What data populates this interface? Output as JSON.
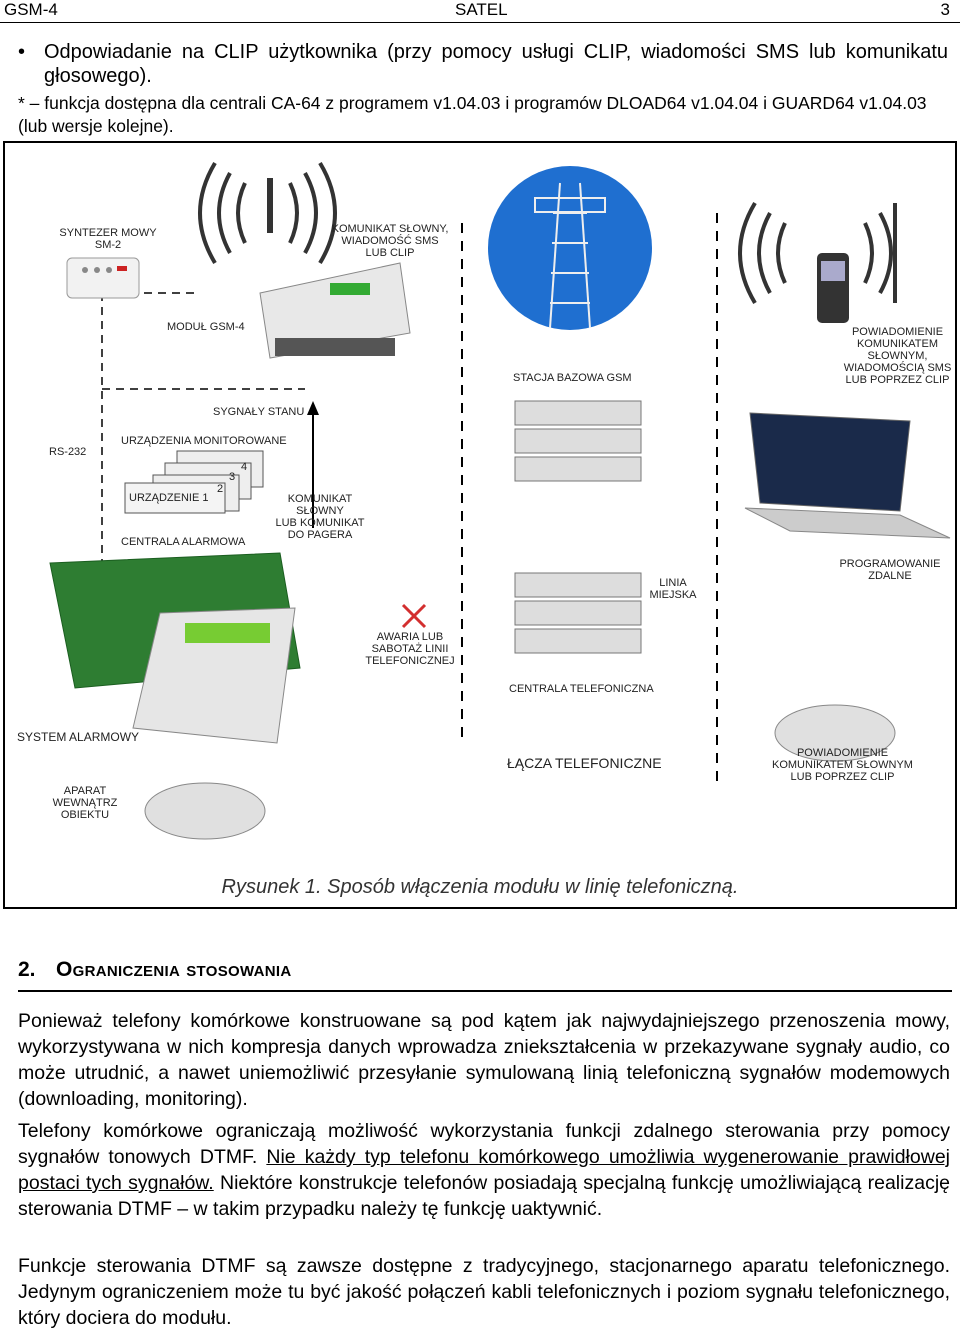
{
  "header": {
    "left": "GSM-4",
    "center": "SATEL",
    "right": "3"
  },
  "bullet": {
    "marker": "•",
    "text": "Odpowiadanie na CLIP użytkownika (przy pomocy usługi CLIP, wiadomości SMS lub komunikatu głosowego)."
  },
  "note": "* – funkcja dostępna dla centrali CA-64 z programem v1.04.03 i programów DLOAD64 v1.04.04 i GUARD64 v1.04.03 (lub wersje kolejne).",
  "figure": {
    "labels": {
      "synth": "SYNTEZER MOWY\nSM-2",
      "voice_msg": "KOMUNIKAT SŁOWNY,\nWIADOMOŚĆ SMS\nLUB CLIP",
      "module": "MODUŁ GSM-4",
      "notify_mobile": "POWIADOMIENIE\nKOMUNIKATEM\nSŁOWNYM,\nWIADOMOŚCIĄ SMS\nLUB POPRZEZ CLIP",
      "base_station": "STACJA BAZOWA GSM",
      "status": "SYGNAŁY STANU",
      "rs232": "RS-232",
      "monitored": "URZĄDZENIA MONITOROWANE",
      "device1": "URZĄDZENIE 1",
      "n2": "2",
      "n3": "3",
      "n4": "4",
      "alarm_panel": "CENTRALA ALARMOWA",
      "pager_msg": "KOMUNIKAT\nSŁOWNY\nLUB KOMUNIKAT\nDO PAGERA",
      "city_line": "LINIA\nMIEJSKA",
      "remote": "PROGRAMOWANIE\nZDALNE",
      "fault": "AWARIA LUB\nSABOTAŻ LINII\nTELEFONICZNEJ",
      "pbx": "CENTRALA TELEFONICZNA",
      "alarm_system": "SYSTEM ALARMOWY",
      "phone_lines": "ŁĄCZA TELEFONICZNE",
      "internal_phone": "APARAT\nWEWNĄTRZ\nOBIEKTU",
      "notify_phone": "POWIADOMIENIE\nKOMUNIKATEM SŁOWNYM\nLUB POPRZEZ CLIP"
    },
    "caption": "Rysunek 1. Sposób włączenia modułu w linię telefoniczną."
  },
  "section": {
    "number": "2.",
    "title": "Ograniczenia stosowania"
  },
  "paragraphs": {
    "p1": "Ponieważ telefony komórkowe konstruowane są pod kątem jak najwydajniejszego przenoszenia mowy, wykorzystywana w nich kompresja danych wprowadza zniekształcenia w przekazywane sygnały audio, co może utrudnić, a nawet uniemożliwić przesyłanie symulowaną linią telefoniczną sygnałów modemowych (downloading, monitoring).",
    "p2a": "Telefony komórkowe ograniczają możliwość wykorzystania funkcji zdalnego sterowania przy pomocy sygnałów tonowych DTMF. ",
    "p2b": "Nie każdy typ telefonu komórkowego umożliwia wygenerowanie prawidłowej postaci tych sygnałów.",
    "p2c": " Niektóre konstrukcje telefonów posiadają specjalną funkcję umożliwiającą realizację sterowania DTMF – w takim przypadku należy tę funkcję uaktywnić.",
    "p3": "Funkcje sterowania DTMF są zawsze dostępne z tradycyjnego, stacjonarnego aparatu telefonicznego. Jedynym ograniczeniem może tu być jakość połączeń kabli telefonicznych i poziom sygnału telefonicznego, który dociera do modułu."
  },
  "colors": {
    "sky": "#1f6fd0",
    "panel_green": "#2e7d32",
    "fault_x": "#d32f2f"
  }
}
